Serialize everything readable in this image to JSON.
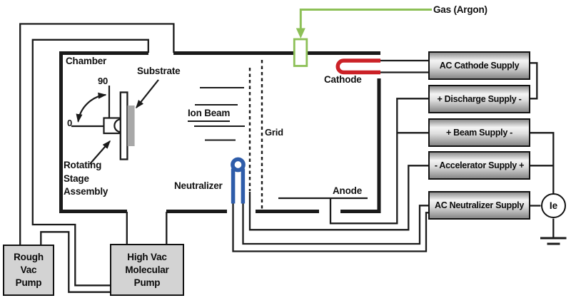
{
  "diagram": {
    "labels": {
      "gas": "Gas (Argon)",
      "chamber": "Chamber",
      "substrate": "Substrate",
      "angle_max": "90",
      "angle_min": "0",
      "rotating_stage": "Rotating\nStage\nAssembly",
      "ion_beam": "Ion Beam",
      "grid": "Grid",
      "cathode": "Cathode",
      "neutralizer": "Neutralizer",
      "anode": "Anode"
    },
    "supplies": [
      {
        "label": "AC Cathode Supply"
      },
      {
        "label": "+ Discharge Supply -"
      },
      {
        "label": "+ Beam Supply -"
      },
      {
        "label": "- Accelerator Supply +"
      },
      {
        "label": "AC Neutralizer Supply"
      }
    ],
    "pumps": {
      "rough": "Rough\nVac\nPump",
      "high_vac": "High Vac\nMolecular\nPump"
    },
    "meter": {
      "label": "Ie"
    },
    "colors": {
      "gas_green": "#8dc057",
      "cathode_red": "#cb2127",
      "neutralizer_blue": "#2e5ca9",
      "line_black": "#1a1a1a",
      "box_fill": "#d3d3d3"
    }
  }
}
